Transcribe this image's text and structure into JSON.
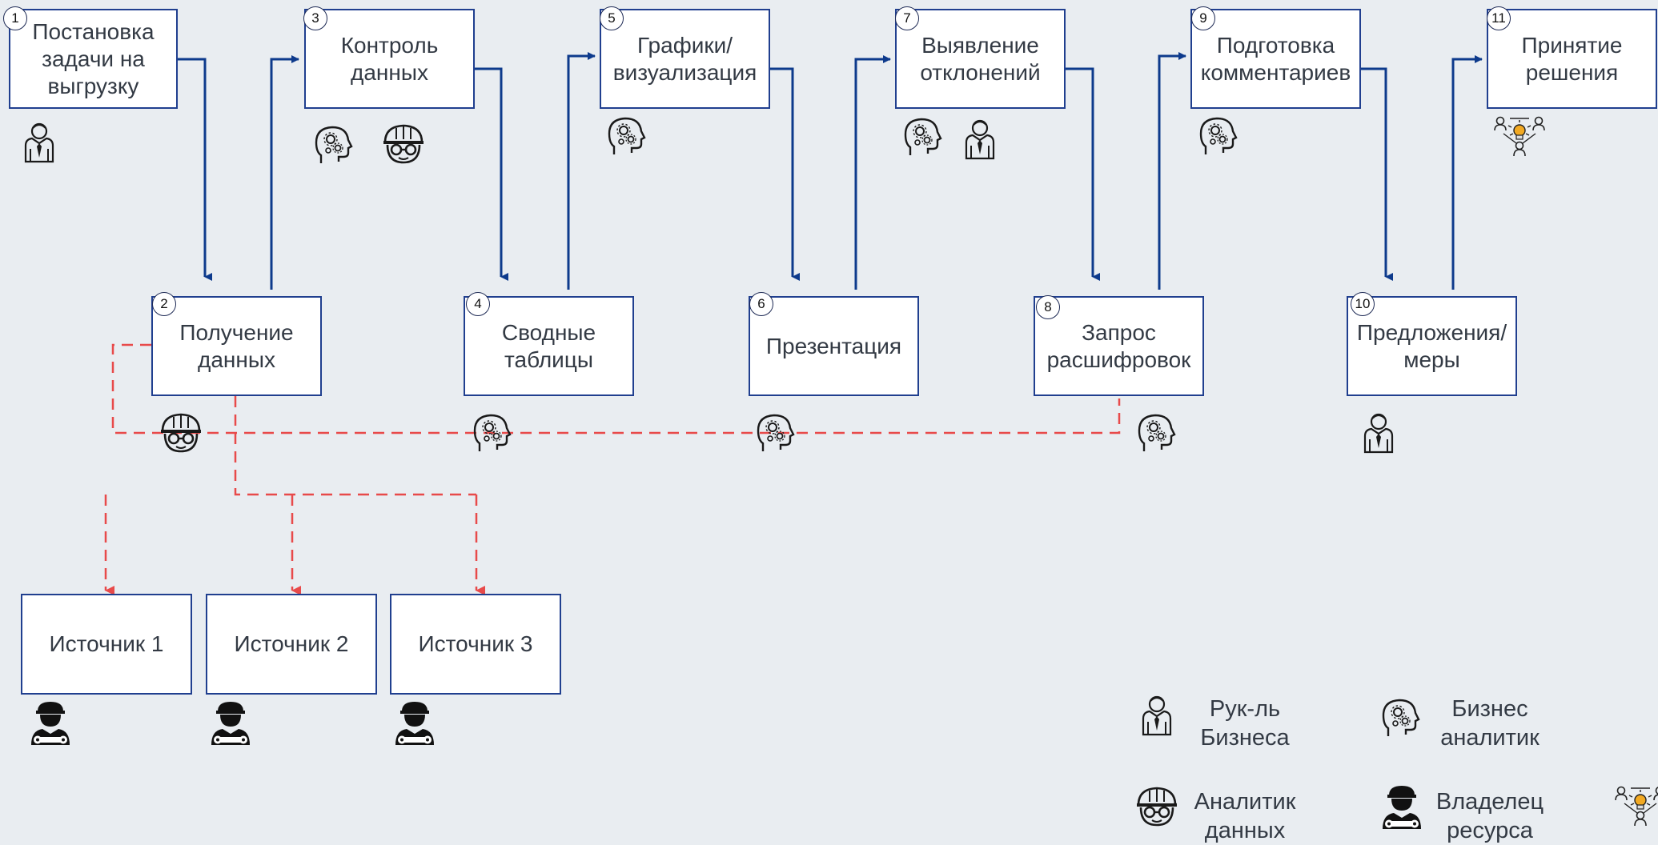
{
  "steps": [
    {
      "num": "1",
      "line1": "Постановка",
      "line2": "задачи на",
      "line3": "выгрузку"
    },
    {
      "num": "2",
      "line1": "Получение",
      "line2": "данных"
    },
    {
      "num": "3",
      "line1": "Контроль",
      "line2": "данных"
    },
    {
      "num": "4",
      "line1": "Сводные",
      "line2": "таблицы"
    },
    {
      "num": "5",
      "line1": "Графики/",
      "line2": "визуализация"
    },
    {
      "num": "6",
      "line1": "Презентация"
    },
    {
      "num": "7",
      "line1": "Выявление",
      "line2": "отклонений"
    },
    {
      "num": "8",
      "line1": "Запрос",
      "line2": "расшифровок"
    },
    {
      "num": "9",
      "line1": "Подготовка",
      "line2": "комментариев"
    },
    {
      "num": "10",
      "line1": "Предложения/",
      "line2": "меры"
    },
    {
      "num": "11",
      "line1": "Принятие",
      "line2": "решения"
    }
  ],
  "sources": [
    {
      "label": "Источник 1"
    },
    {
      "label": "Источник 2"
    },
    {
      "label": "Источник 3"
    }
  ],
  "legend": {
    "business_head": {
      "line1": "Рук-ль",
      "line2": "Бизнеса"
    },
    "business_analyst": {
      "line1": "Бизнес",
      "line2": "аналитик"
    },
    "data_analyst": {
      "line1": "Аналитик",
      "line2": "данных"
    },
    "resource_owner": {
      "line1": "Владелец",
      "line2": "ресурса"
    }
  },
  "colors": {
    "flow_arrow": "#0d3a8c",
    "data_link": "#e84a4a",
    "box_border": "#203f8f",
    "background": "#e9edf1",
    "idea_bulb": "#f2a922"
  },
  "icons": {
    "business_head": "businessman-icon",
    "business_analyst": "head-gears-icon",
    "data_analyst": "hardhat-glasses-icon",
    "resource_owner": "mechanic-icon",
    "decision": "group-idea-icon"
  }
}
